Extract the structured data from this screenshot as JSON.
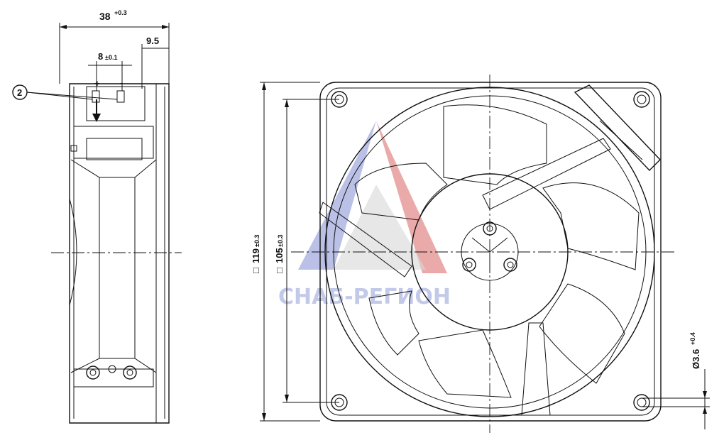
{
  "dimensions": {
    "side_width": "38",
    "side_width_tol": "+0.3",
    "terminal_offset": "9.5",
    "terminal_spacing": "8",
    "terminal_spacing_tol": "±0.1",
    "plus_sign": "+",
    "minus_sign": "-",
    "callout_number": "2",
    "frame_size_box": "□",
    "frame_size": "119",
    "frame_size_tol": "±0.3",
    "hole_pitch_box": "□",
    "hole_pitch": "105",
    "hole_pitch_tol": "±0.3",
    "hole_dia": "Ø3.6",
    "hole_dia_tol": "+0.4"
  },
  "watermark": {
    "text": "СНАБ-РЕГИОН",
    "colors": {
      "blue": "#8e99d6",
      "red": "#e07b7b",
      "grey": "#bdbdbd"
    }
  },
  "colors": {
    "line": "#111111",
    "background": "#ffffff"
  }
}
